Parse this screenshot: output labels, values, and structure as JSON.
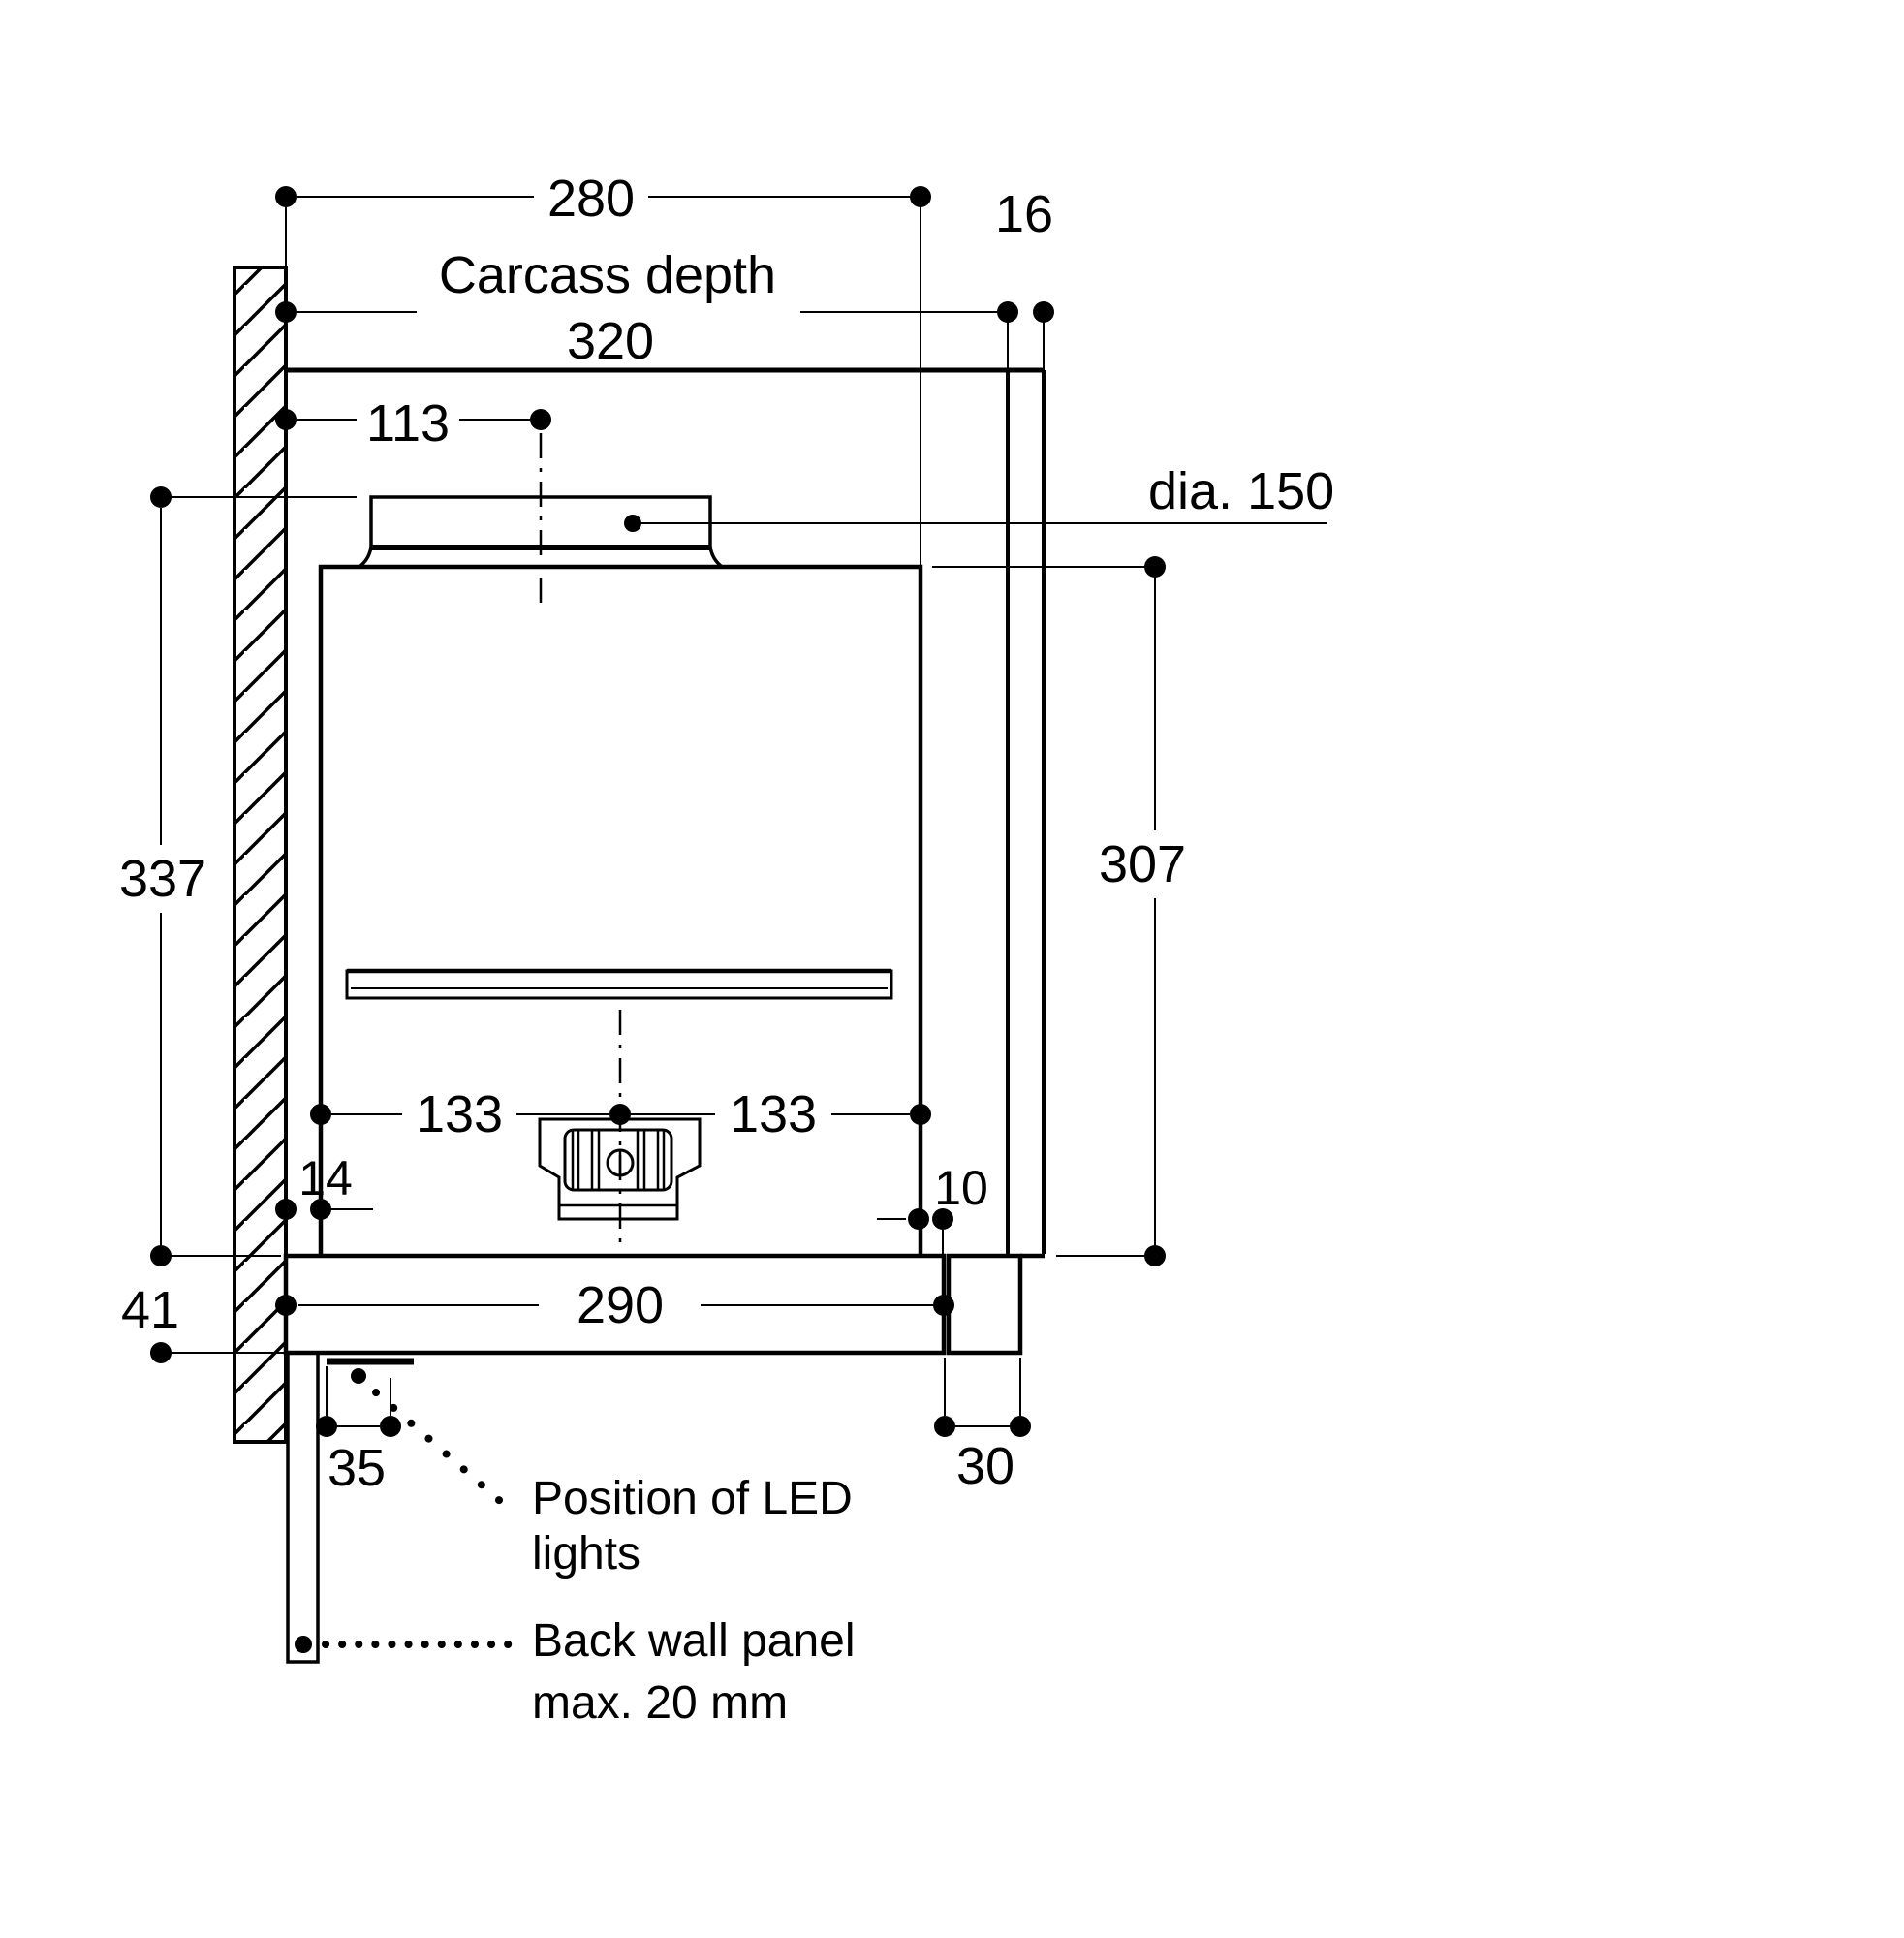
{
  "diagram": {
    "type": "appliance-installation-drawing",
    "labels": {
      "dim_280": "280",
      "dim_16": "16",
      "carcass_line1": "Carcass depth",
      "carcass_value": "320",
      "dim_113": "113",
      "duct_dia": "dia. 150",
      "dim_337": "337",
      "dim_307": "307",
      "dim_133_left": "133",
      "dim_133_right": "133",
      "dim_14": "14",
      "dim_10": "10",
      "dim_41": "41",
      "dim_290": "290",
      "dim_35": "35",
      "dim_30": "30",
      "led_note_line1": "Position of LED",
      "led_note_line2": "lights",
      "back_panel_line1": "Back wall panel",
      "back_panel_line2": "max. 20 mm"
    },
    "colors": {
      "line": "#000000",
      "background": "#ffffff"
    }
  }
}
